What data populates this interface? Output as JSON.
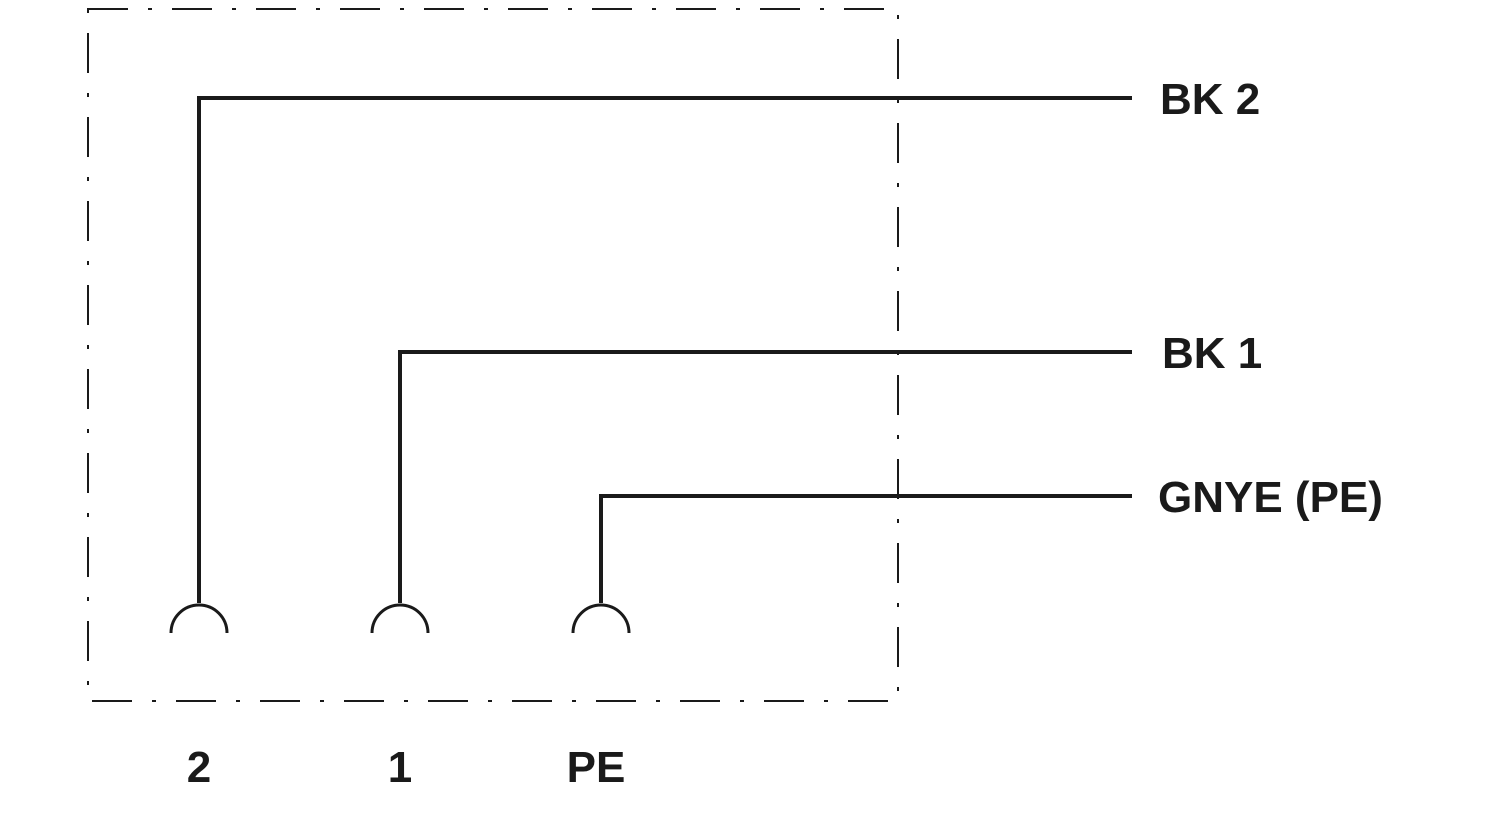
{
  "diagram": {
    "wires": [
      {
        "pin_label": "2",
        "wire_label": "BK 2"
      },
      {
        "pin_label": "1",
        "wire_label": "BK 1"
      },
      {
        "pin_label": "PE",
        "wire_label": "GNYE (PE)"
      }
    ],
    "colors": {
      "line": "#1a1a1a",
      "background": "#ffffff"
    }
  }
}
